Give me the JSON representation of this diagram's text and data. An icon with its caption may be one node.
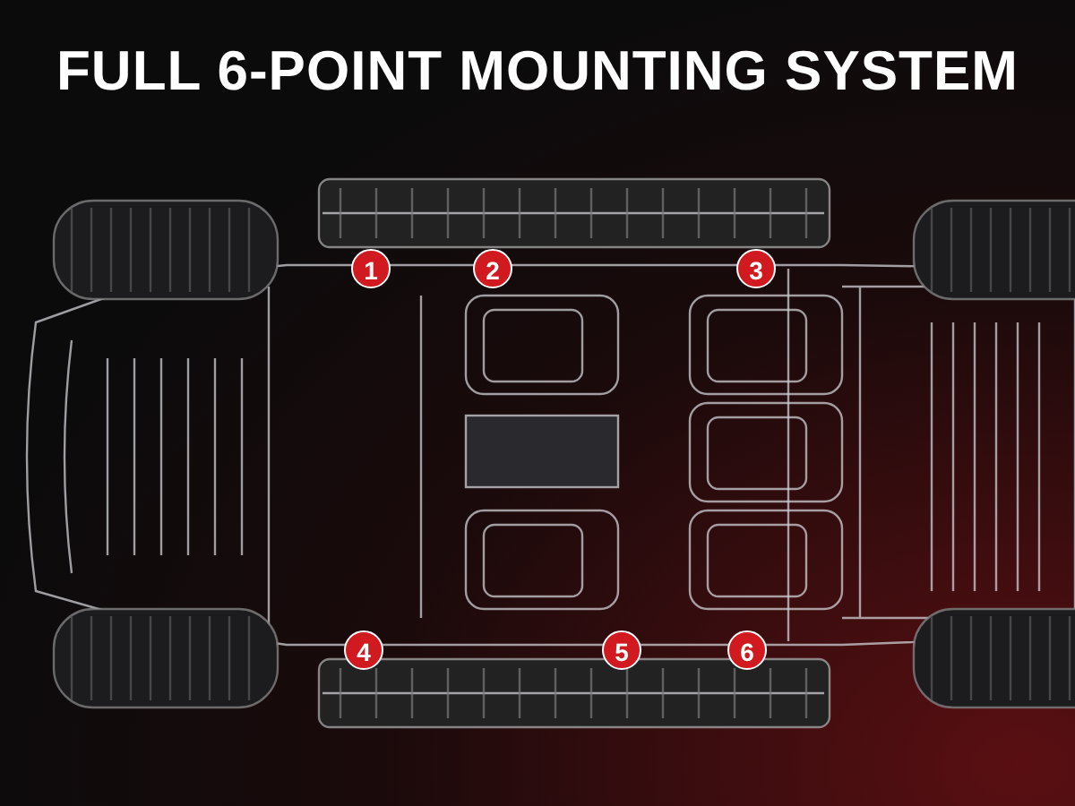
{
  "diagram": {
    "title": "FULL 6-POINT MOUNTING SYSTEM",
    "labels": [
      "1",
      "2",
      "3",
      "4",
      "5",
      "6"
    ]
  }
}
